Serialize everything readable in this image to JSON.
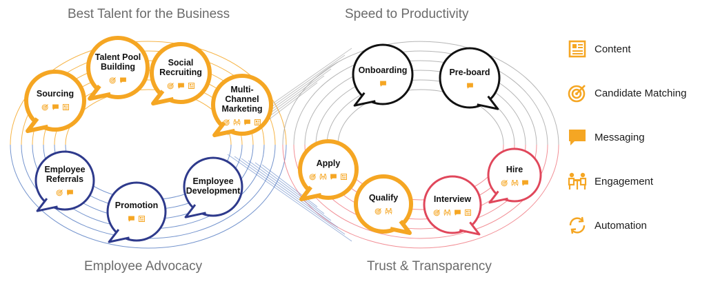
{
  "colors": {
    "yellow": "#f5a623",
    "gray": "#a8a8a8",
    "blue": "#2e3a8c",
    "lightblue": "#5b80c4",
    "red": "#e0475b",
    "lightred": "#f07a82",
    "black": "#111111"
  },
  "quadrants": {
    "top_left": "Best Talent for the Business",
    "top_right": "Speed to Productivity",
    "bottom_left": "Employee Advocacy",
    "bottom_right": "Trust & Transparency"
  },
  "nodes": {
    "sourcing": {
      "label": "Sourcing",
      "icons": [
        "candidate-matching",
        "messaging",
        "content"
      ]
    },
    "talent_pool": {
      "label": "Talent Pool Building",
      "icons": [
        "candidate-matching",
        "messaging"
      ]
    },
    "social_recruiting": {
      "label": "Social Recruiting",
      "icons": [
        "candidate-matching",
        "messaging",
        "content"
      ]
    },
    "multichannel": {
      "label": "Multi-Channel Marketing",
      "icons": [
        "candidate-matching",
        "engagement",
        "messaging",
        "content"
      ]
    },
    "onboarding": {
      "label": "Onboarding",
      "icons": [
        "messaging"
      ]
    },
    "preboard": {
      "label": "Pre-board",
      "icons": [
        "messaging"
      ]
    },
    "apply": {
      "label": "Apply",
      "icons": [
        "candidate-matching",
        "engagement",
        "messaging",
        "content"
      ]
    },
    "qualify": {
      "label": "Qualify",
      "icons": [
        "candidate-matching",
        "engagement"
      ]
    },
    "interview": {
      "label": "Interview",
      "icons": [
        "candidate-matching",
        "engagement",
        "messaging",
        "content"
      ]
    },
    "hire": {
      "label": "Hire",
      "icons": [
        "candidate-matching",
        "engagement",
        "messaging"
      ]
    },
    "employee_referrals": {
      "label": "Employee Referrals",
      "icons": [
        "candidate-matching",
        "messaging"
      ]
    },
    "promotion": {
      "label": "Promotion",
      "icons": [
        "messaging",
        "content"
      ]
    },
    "employee_development": {
      "label": "Employee Development",
      "icons": []
    }
  },
  "legend": [
    {
      "icon": "content",
      "label": "Content"
    },
    {
      "icon": "candidate-matching",
      "label": "Candidate Matching"
    },
    {
      "icon": "messaging",
      "label": "Messaging"
    },
    {
      "icon": "engagement",
      "label": "Engagement"
    },
    {
      "icon": "automation",
      "label": "Automation"
    }
  ]
}
